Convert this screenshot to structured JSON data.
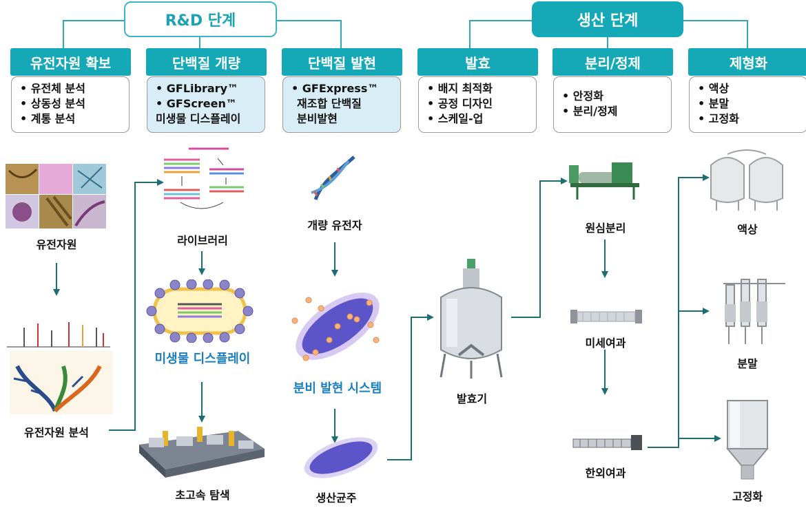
{
  "phases": {
    "rd": "R&D 단계",
    "production": "생산 단계"
  },
  "stages": [
    {
      "title": "유전자원 확보",
      "items": [
        "• 유전체 분석",
        "• 상동성 분석",
        "• 계통 분석"
      ]
    },
    {
      "title": "단백질 개량",
      "items": [
        "• GFLibrary™",
        "• GFScreen™",
        "미생물 디스플레이"
      ]
    },
    {
      "title": "단백질 발현",
      "items": [
        "• GFExpress™",
        "재조합 단백질",
        "분비발현"
      ]
    },
    {
      "title": "발효",
      "items": [
        "• 배지 최적화",
        "• 공정 디자인",
        "• 스케일-업"
      ]
    },
    {
      "title": "분리/정제",
      "items": [
        "• 안정화",
        "• 분리/정제"
      ]
    },
    {
      "title": "제형화",
      "items": [
        "• 액상",
        "• 분말",
        "• 고정화"
      ]
    }
  ],
  "labels": {
    "genetic_resource": "유전자원",
    "genetic_analysis": "유전자원 분석",
    "library": "라이브러리",
    "microbe_display": "미생물 디스플레이",
    "hts": "초고속 탐색",
    "improved_gene": "개량 유전자",
    "secretion_system": "분비 발현 시스템",
    "production_strain": "생산균주",
    "fermenter": "발효기",
    "centrifuge": "원심분리",
    "microfiltration": "미세여과",
    "ultrafiltration": "한외여과",
    "liquid": "액상",
    "powder": "분말",
    "immobilized": "고정화"
  },
  "colors": {
    "teal": "#15a9b8",
    "arrow": "#1d6e72",
    "highlight": "#d8edf5",
    "blue_label": "#1a7fc2"
  }
}
